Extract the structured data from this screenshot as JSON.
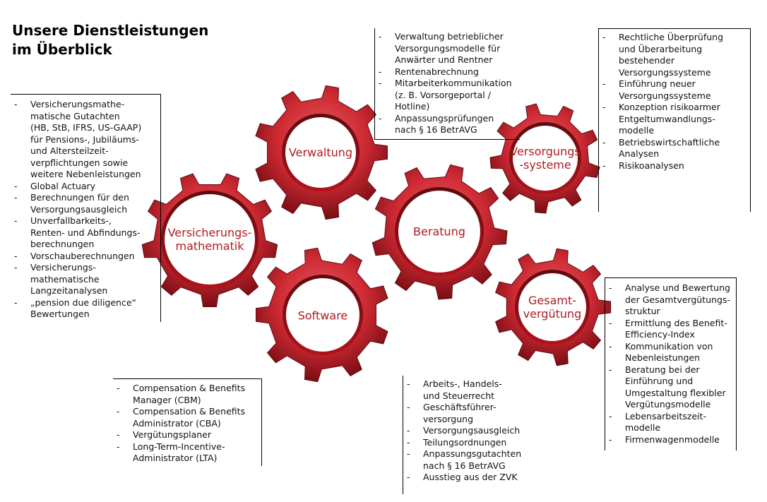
{
  "title": "Unsere Dienstleistungen\nim Überblick",
  "colors": {
    "gear_outer": "#b0121c",
    "gear_mid": "#cf2a33",
    "gear_light": "#e25d64",
    "gear_dark": "#5e0a0f",
    "label_text": "#b01a22"
  },
  "gears": [
    {
      "id": "versicherungsmathematik",
      "label": "Versicherungs-\nmathematik"
    },
    {
      "id": "verwaltung",
      "label": "Verwaltung"
    },
    {
      "id": "software",
      "label": "Software"
    },
    {
      "id": "beratung",
      "label": "Beratung"
    },
    {
      "id": "versorgungssysteme",
      "label": "Versorgungs\n-systeme"
    },
    {
      "id": "gesamtverguetung",
      "label": "Gesamt-\nvergütung"
    }
  ],
  "boxes": {
    "versicherungsmathematik": [
      "Versicherungsmathe-\nmatische Gutachten\n(HB, StB, IFRS, US-GAAP)\nfür Pensions-, Jubiläums-\nund Altersteilzeit-\nverpflichtungen sowie\nweitere Nebenleistungen",
      "Global Actuary",
      "Berechnungen für den\nVersorgungsausgleich",
      "Unverfallbarkeits-,\nRenten- und Abfindungs-\nberechnungen",
      "Vorschauberechnungen",
      "Versicherungs-\nmathematische\nLangzeitanalysen",
      "„pension due diligence“\nBewertungen"
    ],
    "verwaltung": [
      "Verwaltung betrieblicher\nVersorgungsmodelle für\nAnwärter und Rentner",
      "Rentenabrechnung",
      "Mitarbeiterkommunikation\n(z. B. Vorsorgeportal /\nHotline)",
      "Anpassungsprüfungen\nnach § 16 BetrAVG"
    ],
    "versorgungssysteme": [
      "Rechtliche Überprüfung\nund Überarbeitung\nbestehender\nVersorgungssysteme",
      "Einführung neuer\nVersorgungssysteme",
      "Konzeption risikoarmer\nEntgeltumwandlungs-\nmodelle",
      "Betriebswirtschaftliche\nAnalysen",
      "Risikoanalysen"
    ],
    "software": [
      "Compensation & Benefits\nManager (CBM)",
      "Compensation & Benefits\nAdministrator (CBA)",
      "Vergütungsplaner",
      "Long-Term-Incentive-\nAdministrator (LTA)"
    ],
    "beratung": [
      "Arbeits-, Handels-\nund Steuerrecht",
      "Geschäftsführer-\nversorgung",
      "Versorgungsausgleich",
      "Teilungsordnungen",
      "Anpassungsgutachten\nnach § 16 BetrAVG",
      "Ausstieg aus der ZVK"
    ],
    "gesamtverguetung": [
      "Analyse und Bewertung\nder Gesamtvergütungs-\nstruktur",
      "Ermittlung des Benefit-\nEfficiency-Index",
      "Kommunikation von\nNebenleistungen",
      "Beratung bei der\nEinführung und\nUmgestaltung flexibler\nVergütungsmodelle",
      "Lebensarbeitszeit-\nmodelle",
      "Firmenwagenmodelle"
    ]
  }
}
